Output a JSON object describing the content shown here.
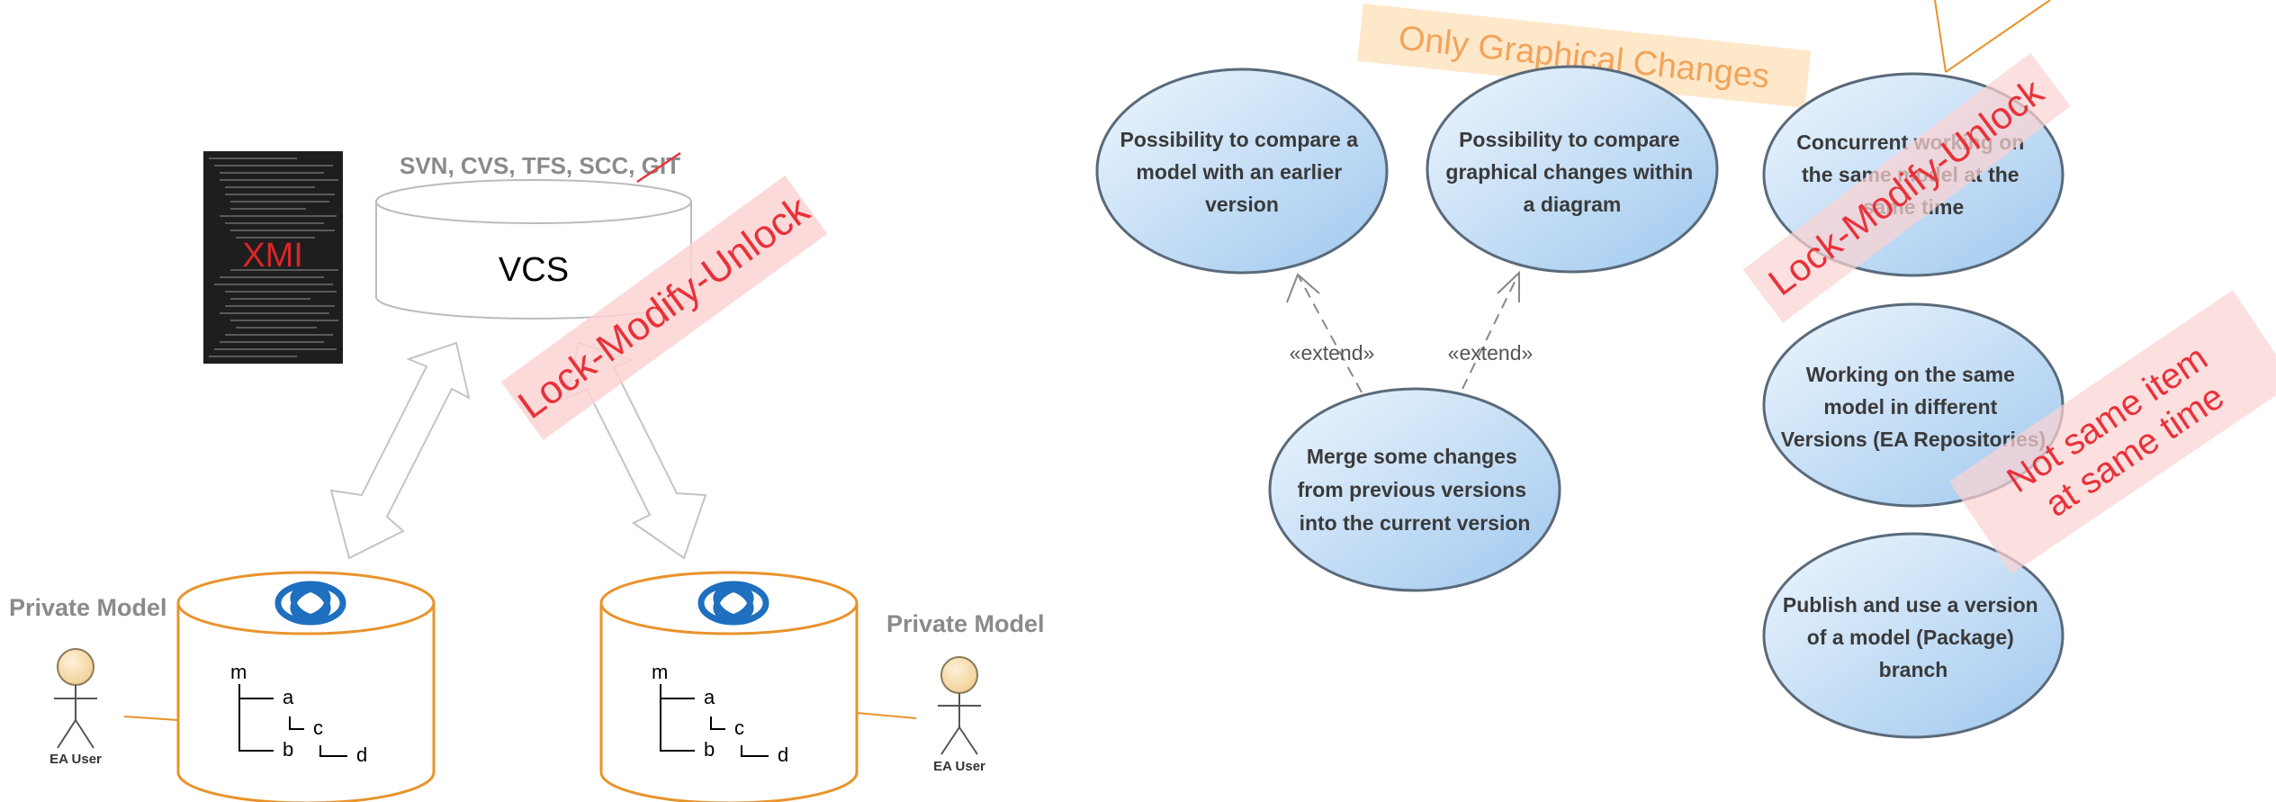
{
  "vcs": {
    "label": "VCS",
    "systems": "SVN, CVS, TFS, SCC, ",
    "systems_crossed": "GIT"
  },
  "xmi": {
    "label": "XMI"
  },
  "left_stamp": "Lock-Modify-Unlock",
  "private_model_left": {
    "label": "Private Model",
    "actor": "EA User",
    "tree": {
      "root": "m",
      "a": "a",
      "b": "b",
      "c": "c",
      "d": "d"
    }
  },
  "private_model_right": {
    "label": "Private Model",
    "actor": "EA User",
    "tree": {
      "root": "m",
      "a": "a",
      "b": "b",
      "c": "c",
      "d": "d"
    }
  },
  "use_cases": {
    "compare_version": [
      "Possibility to compare a",
      "model with an earlier",
      "version"
    ],
    "compare_graphical": [
      "Possibility to compare",
      "graphical changes within",
      "a diagram"
    ],
    "merge": [
      "Merge some changes",
      "from previous versions",
      "into the current version"
    ],
    "concurrent": [
      "Concurrent working on",
      "the same model at the",
      "same time"
    ],
    "versions": [
      "Working on the same",
      "model in different",
      "Versions (EA Repositories)"
    ],
    "publish": [
      "Publish and use a version",
      "of a model (Package)",
      "branch"
    ]
  },
  "extend_labels": [
    "«extend»",
    "«extend»"
  ],
  "notes": {
    "graphical": "Only Graphical Changes",
    "lock": "Lock-Modify-Unlock",
    "not_same_1": "Not same item",
    "not_same_2": "at same time"
  },
  "colors": {
    "orange": "#e8932a",
    "stamp_red": "#e8323a",
    "stamp_bg": "#fbd3d3",
    "ellipse_stroke": "#5a6a7a",
    "ellipse_fill_light": "#e6f1fc",
    "ellipse_fill_dark": "#a8cdf0",
    "note_orange_bg": "#fde0b8",
    "note_orange_text": "#f1a45a"
  }
}
